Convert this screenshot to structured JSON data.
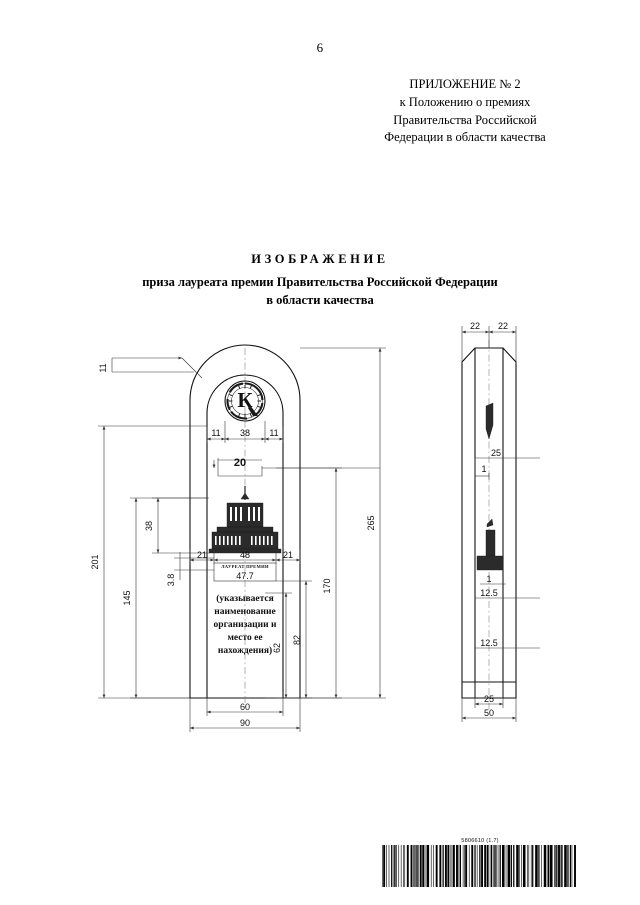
{
  "page": {
    "number": "6"
  },
  "appendix": {
    "lines": [
      "ПРИЛОЖЕНИЕ № 2",
      "к Положению о премиях",
      "Правительства Российской",
      "Федерации в области качества"
    ]
  },
  "title": {
    "main": "ИЗОБРАЖЕНИЕ",
    "sub_line1": "приза лауреата премии Правительства Российской Федерации",
    "sub_line2": "в области качества"
  },
  "drawing": {
    "front_view": {
      "plaque_caption": "ЛАУРЕАТ ПРЕМИИ",
      "plaque_value": "47.7",
      "placeholder_lines": [
        "(указывается",
        "наименование",
        "организации и",
        "место ее",
        "нахождения)"
      ],
      "emblem_letter": "К",
      "dimensions": {
        "top_left_lead": "11",
        "emblem_left": "11",
        "emblem_width": "38",
        "emblem_right": "11",
        "thickness": "20",
        "overall_height": "265",
        "inner_height": "201",
        "lower_height": "145",
        "building_height": "38",
        "plate_offset": "3.8",
        "pad_left": "21",
        "building_width": "48",
        "pad_right": "21",
        "text_block_height": "62",
        "plate_height": "82",
        "body_height": "170",
        "inner_width": "60",
        "overall_width": "90"
      }
    },
    "side_view": {
      "dimensions": {
        "top_left": "22",
        "top_right": "22",
        "notch_width": "25",
        "notch_depth_upper": "1",
        "notch_depth_lower": "1",
        "seg_upper": "12.5",
        "seg_lower": "12.5",
        "base_inner": "25",
        "base_outer": "50"
      }
    }
  },
  "barcode": {
    "label": "5806610 (1.7)"
  },
  "colors": {
    "ink": "#000000",
    "paper": "#ffffff",
    "thin_line": "#1a1a1a"
  }
}
